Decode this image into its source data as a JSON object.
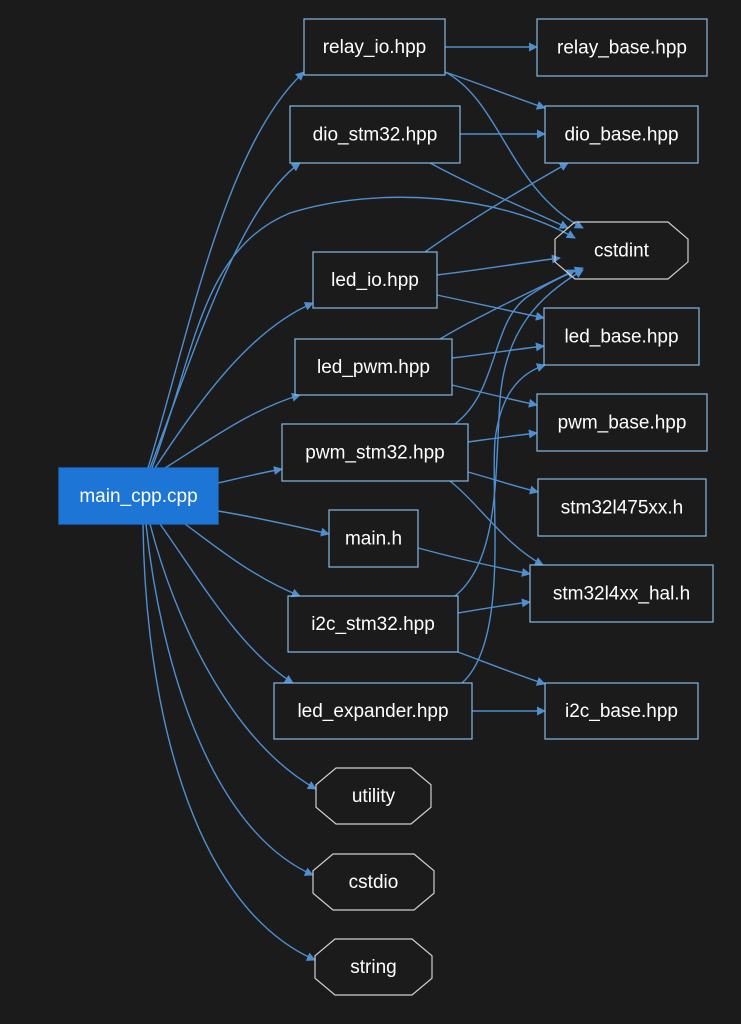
{
  "graph": {
    "nodes": [
      {
        "id": "main_cpp",
        "label": "main_cpp.cpp",
        "shape": "box",
        "highlight": true
      },
      {
        "id": "relay_io",
        "label": "relay_io.hpp",
        "shape": "box"
      },
      {
        "id": "dio_stm32",
        "label": "dio_stm32.hpp",
        "shape": "box"
      },
      {
        "id": "led_io",
        "label": "led_io.hpp",
        "shape": "box"
      },
      {
        "id": "led_pwm",
        "label": "led_pwm.hpp",
        "shape": "box"
      },
      {
        "id": "pwm_stm32",
        "label": "pwm_stm32.hpp",
        "shape": "box"
      },
      {
        "id": "main_h",
        "label": "main.h",
        "shape": "box"
      },
      {
        "id": "i2c_stm32",
        "label": "i2c_stm32.hpp",
        "shape": "box"
      },
      {
        "id": "led_expander",
        "label": "led_expander.hpp",
        "shape": "box"
      },
      {
        "id": "utility",
        "label": "utility",
        "shape": "octagon"
      },
      {
        "id": "cstdio",
        "label": "cstdio",
        "shape": "octagon"
      },
      {
        "id": "string",
        "label": "string",
        "shape": "octagon"
      },
      {
        "id": "relay_base",
        "label": "relay_base.hpp",
        "shape": "box"
      },
      {
        "id": "dio_base",
        "label": "dio_base.hpp",
        "shape": "box"
      },
      {
        "id": "cstdint",
        "label": "cstdint",
        "shape": "octagon"
      },
      {
        "id": "led_base",
        "label": "led_base.hpp",
        "shape": "box"
      },
      {
        "id": "pwm_base",
        "label": "pwm_base.hpp",
        "shape": "box"
      },
      {
        "id": "stm32l475",
        "label": "stm32l475xx.h",
        "shape": "box"
      },
      {
        "id": "stm32l4_hal",
        "label": "stm32l4xx_hal.h",
        "shape": "box"
      },
      {
        "id": "i2c_base",
        "label": "i2c_base.hpp",
        "shape": "box"
      }
    ],
    "edges": [
      {
        "from": "main_cpp",
        "to": "relay_io"
      },
      {
        "from": "main_cpp",
        "to": "dio_stm32"
      },
      {
        "from": "main_cpp",
        "to": "cstdint"
      },
      {
        "from": "main_cpp",
        "to": "led_io"
      },
      {
        "from": "main_cpp",
        "to": "led_pwm"
      },
      {
        "from": "main_cpp",
        "to": "pwm_stm32"
      },
      {
        "from": "main_cpp",
        "to": "main_h"
      },
      {
        "from": "main_cpp",
        "to": "i2c_stm32"
      },
      {
        "from": "main_cpp",
        "to": "led_expander"
      },
      {
        "from": "main_cpp",
        "to": "utility"
      },
      {
        "from": "main_cpp",
        "to": "cstdio"
      },
      {
        "from": "main_cpp",
        "to": "string"
      },
      {
        "from": "relay_io",
        "to": "relay_base"
      },
      {
        "from": "relay_io",
        "to": "dio_base"
      },
      {
        "from": "relay_io",
        "to": "cstdint"
      },
      {
        "from": "dio_stm32",
        "to": "dio_base"
      },
      {
        "from": "dio_stm32",
        "to": "cstdint"
      },
      {
        "from": "led_io",
        "to": "dio_base"
      },
      {
        "from": "led_io",
        "to": "cstdint"
      },
      {
        "from": "led_io",
        "to": "led_base"
      },
      {
        "from": "led_pwm",
        "to": "cstdint"
      },
      {
        "from": "led_pwm",
        "to": "led_base"
      },
      {
        "from": "led_pwm",
        "to": "pwm_base"
      },
      {
        "from": "pwm_stm32",
        "to": "cstdint"
      },
      {
        "from": "pwm_stm32",
        "to": "pwm_base"
      },
      {
        "from": "pwm_stm32",
        "to": "stm32l475"
      },
      {
        "from": "pwm_stm32",
        "to": "stm32l4_hal"
      },
      {
        "from": "main_h",
        "to": "stm32l4_hal"
      },
      {
        "from": "i2c_stm32",
        "to": "cstdint"
      },
      {
        "from": "i2c_stm32",
        "to": "stm32l4_hal"
      },
      {
        "from": "i2c_stm32",
        "to": "i2c_base"
      },
      {
        "from": "led_expander",
        "to": "led_base"
      },
      {
        "from": "led_expander",
        "to": "i2c_base"
      }
    ]
  },
  "colors": {
    "background": "#1b1b1c",
    "edge": "#4f8fcf",
    "box_border": "#84b9e3",
    "octagon_border": "#cfcfcf",
    "highlight_fill": "#1d75d6",
    "text": "#ffffff"
  }
}
